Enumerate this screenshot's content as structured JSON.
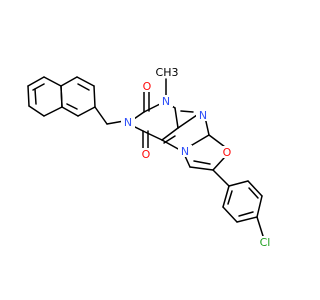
{
  "molecule": {
    "atom_labels": {
      "o_top": "O",
      "n_methyl": "N",
      "methyl": "CH3",
      "n_left": "N",
      "o_bottom": "O",
      "n_bridge": "N",
      "n_imine": "N",
      "o_ring": "O",
      "cl": "Cl"
    }
  },
  "colors": {
    "carbon_bond": "#000000",
    "nitrogen": "#3050F8",
    "oxygen": "#FF0D0D",
    "chlorine": "#1FA01F"
  }
}
